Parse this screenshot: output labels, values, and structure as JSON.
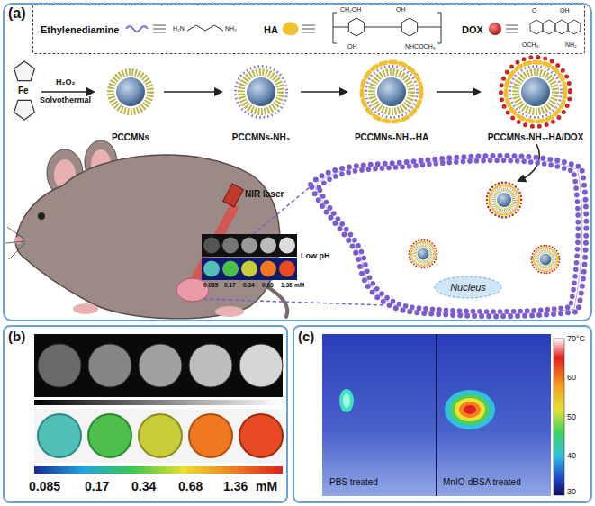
{
  "diagram": {
    "nodes": [
      {
        "text": [
          "(a)"
        ]
      },
      {
        "text": [
          "Ethylenediamine",
          "HA",
          "DOX"
        ],
        "in": 0
      },
      {
        "text": [
          "PCCMNs"
        ],
        "in": 0
      },
      {
        "text": [
          "PCCMNs-NH₂"
        ],
        "in": 0
      },
      {
        "text": [
          "PCCMNs-NH₂-HA"
        ],
        "in": 0
      },
      {
        "text": [
          "PCCMNs-NH₂-HA/DOX"
        ],
        "in": 0
      },
      {
        "text": [
          "Nucleus"
        ],
        "in": 0
      },
      {
        "text": [
          "(b)"
        ]
      },
      {
        "text": [
          "(c)"
        ]
      }
    ],
    "edges": [
      {
        "from": 2,
        "to": 3,
        "arrow": "to"
      },
      {
        "from": 3,
        "to": 4,
        "arrow": "to"
      },
      {
        "from": 4,
        "to": 5,
        "arrow": "to"
      }
    ],
    "labels": [
      "H₂N",
      "NH₂",
      "CH₂OH",
      "OH",
      "OH",
      "NHCOCH₃",
      "O",
      "OH",
      "OCH₃",
      "NH₂",
      "Fe",
      "H₂O₂",
      "Solvothermal",
      "NIR laser",
      "Low pH",
      "0.085",
      "0.17",
      "0.34",
      "0.68",
      "1.36",
      "mM",
      "0.085",
      "0.17",
      "0.34",
      "0.68",
      "1.36",
      "mM",
      "PBS treated",
      "MnIO-dBSA treated",
      "70°C",
      "60",
      "50",
      "40",
      "30"
    ]
  }
}
